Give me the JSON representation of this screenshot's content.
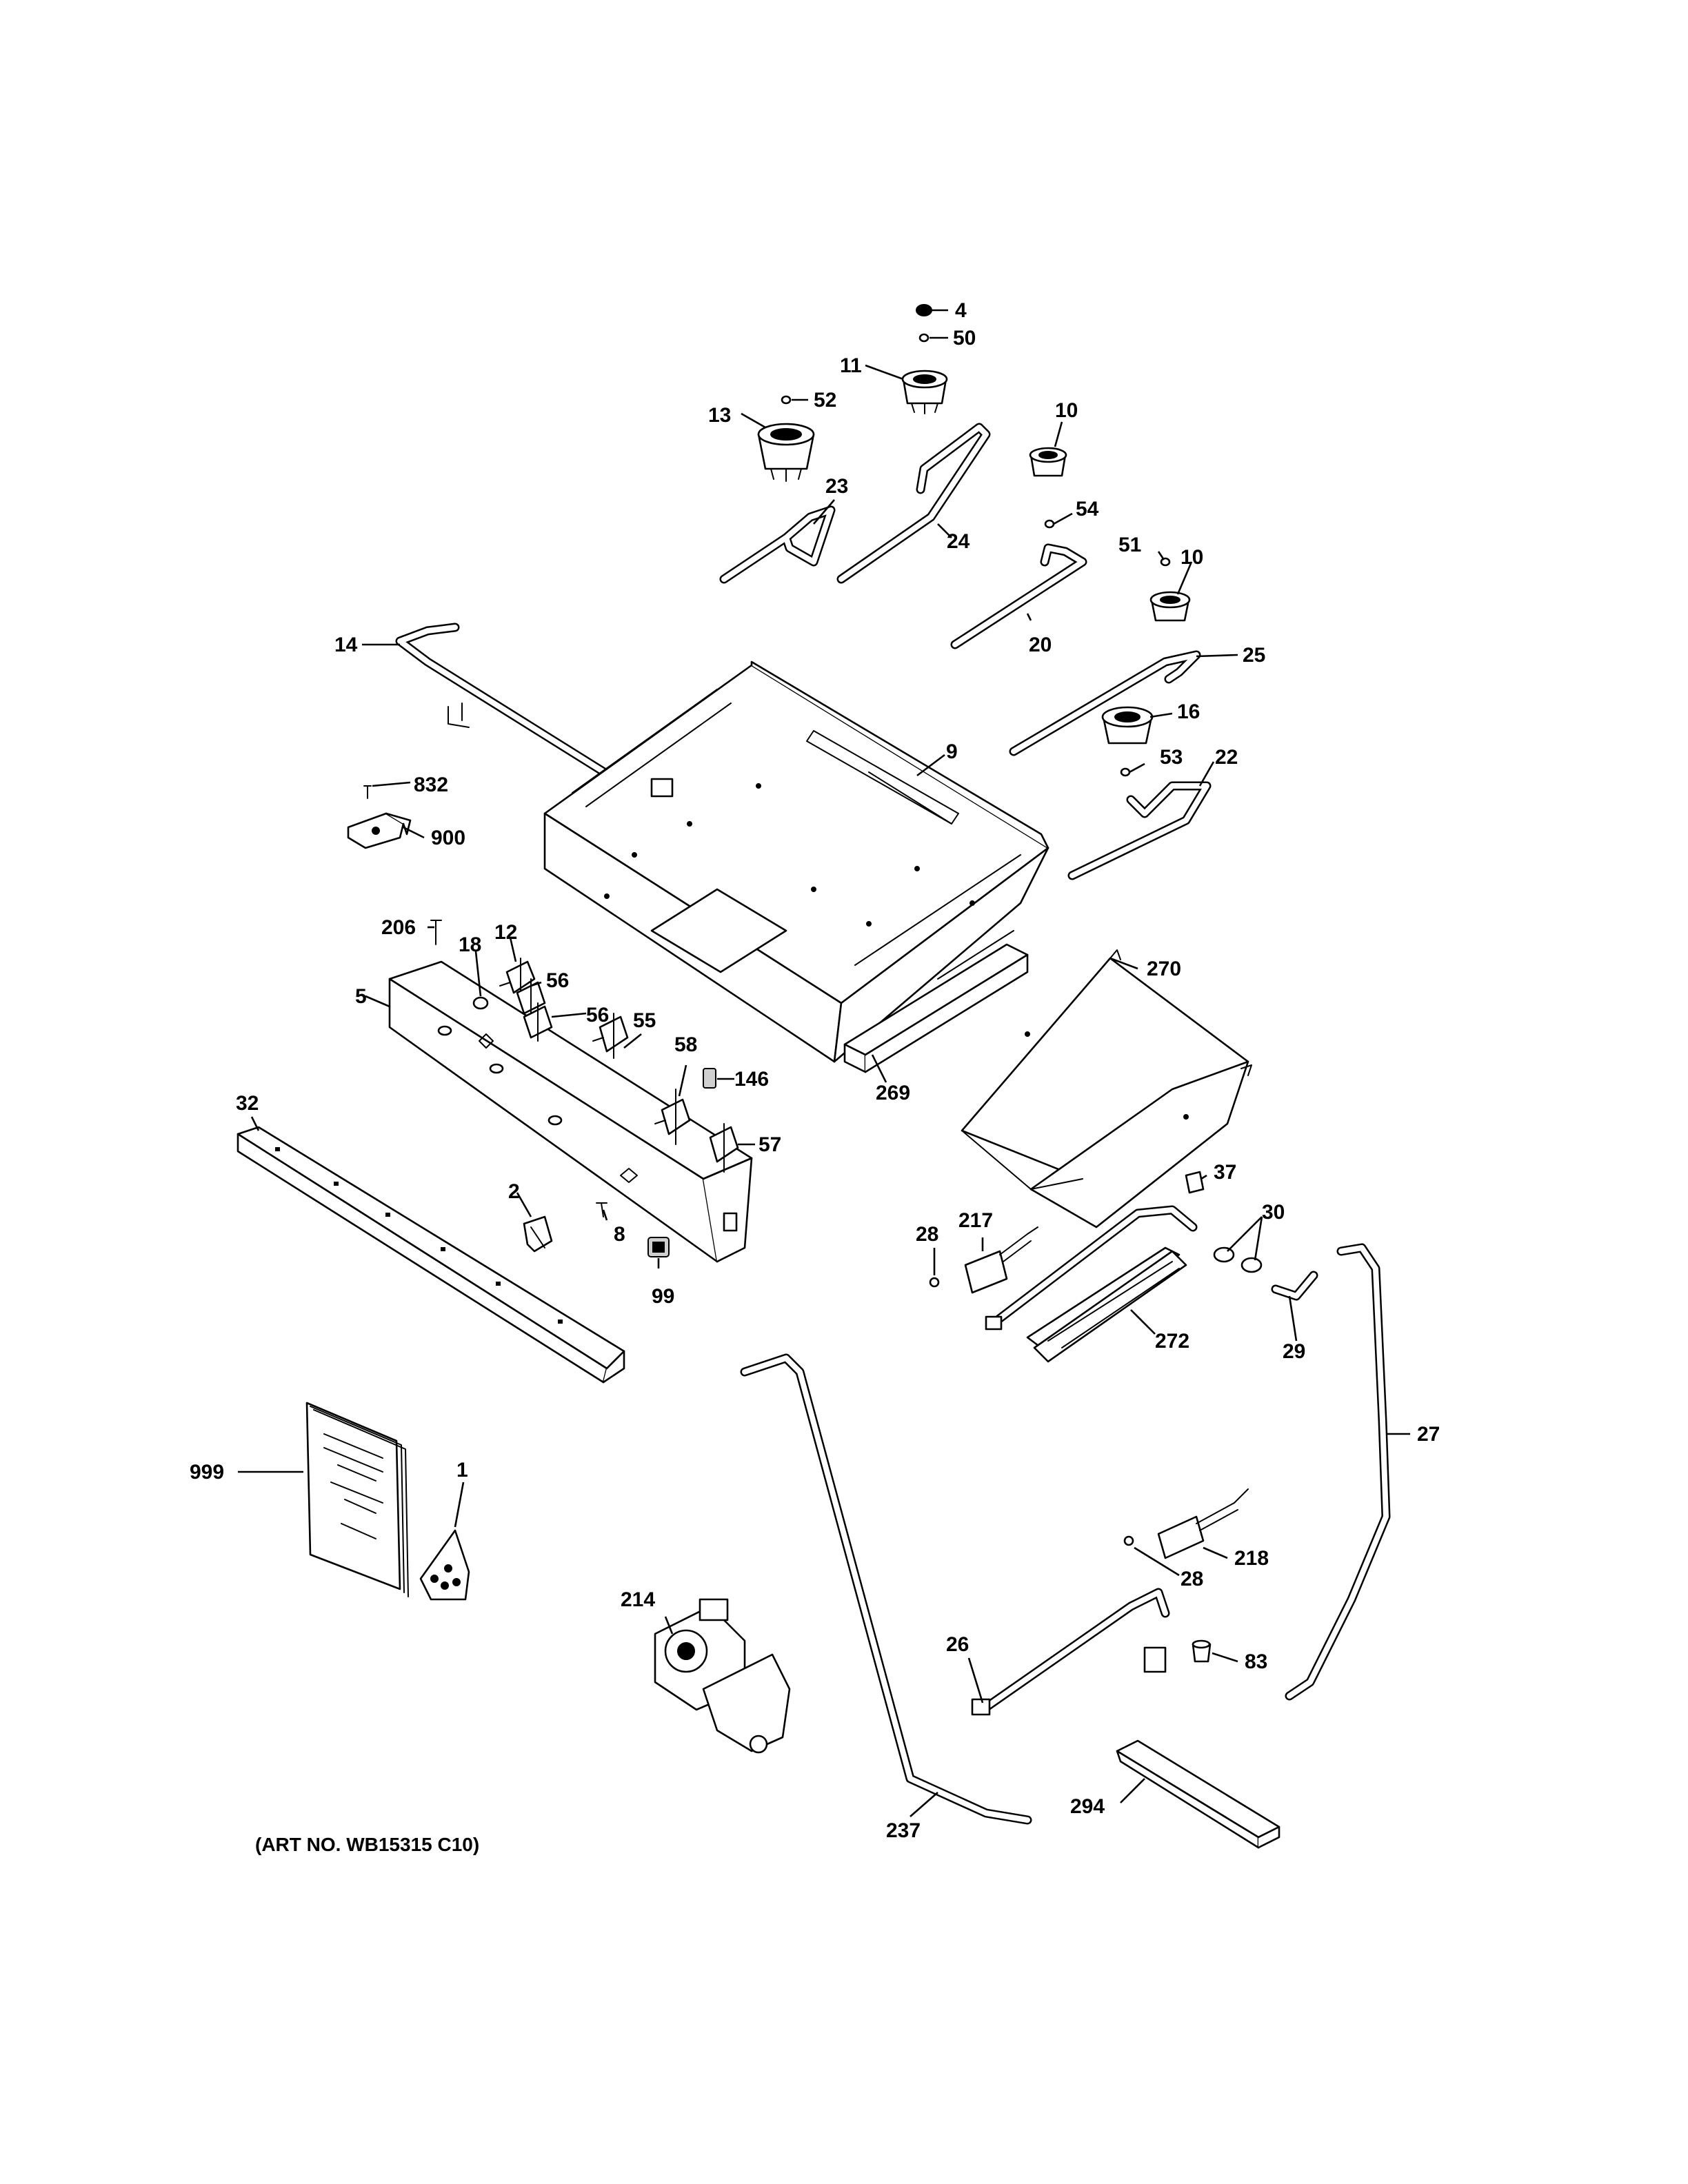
{
  "art_number": "(ART NO. WB15315 C10)",
  "callouts": {
    "c4": "4",
    "c50": "50",
    "c11": "11",
    "c52": "52",
    "c13": "13",
    "c10a": "10",
    "c23": "23",
    "c24": "24",
    "c54": "54",
    "c51": "51",
    "c10b": "10",
    "c20": "20",
    "c14": "14",
    "c25": "25",
    "c9": "9",
    "c16": "16",
    "c53": "53",
    "c22": "22",
    "c832": "832",
    "c900": "900",
    "c206": "206",
    "c18": "18",
    "c12": "12",
    "c270": "270",
    "c5": "5",
    "c56a": "56",
    "c56b": "56",
    "c55": "55",
    "c58": "58",
    "c146": "146",
    "c32": "32",
    "c269": "269",
    "c57": "57",
    "c2": "2",
    "c37": "37",
    "c30": "30",
    "c8": "8",
    "c217": "217",
    "c28a": "28",
    "c99": "99",
    "c272": "272",
    "c29": "29",
    "c27": "27",
    "c999": "999",
    "c1": "1",
    "c218": "218",
    "c28b": "28",
    "c214": "214",
    "c26": "26",
    "c83": "83",
    "c294": "294",
    "c237": "237"
  }
}
